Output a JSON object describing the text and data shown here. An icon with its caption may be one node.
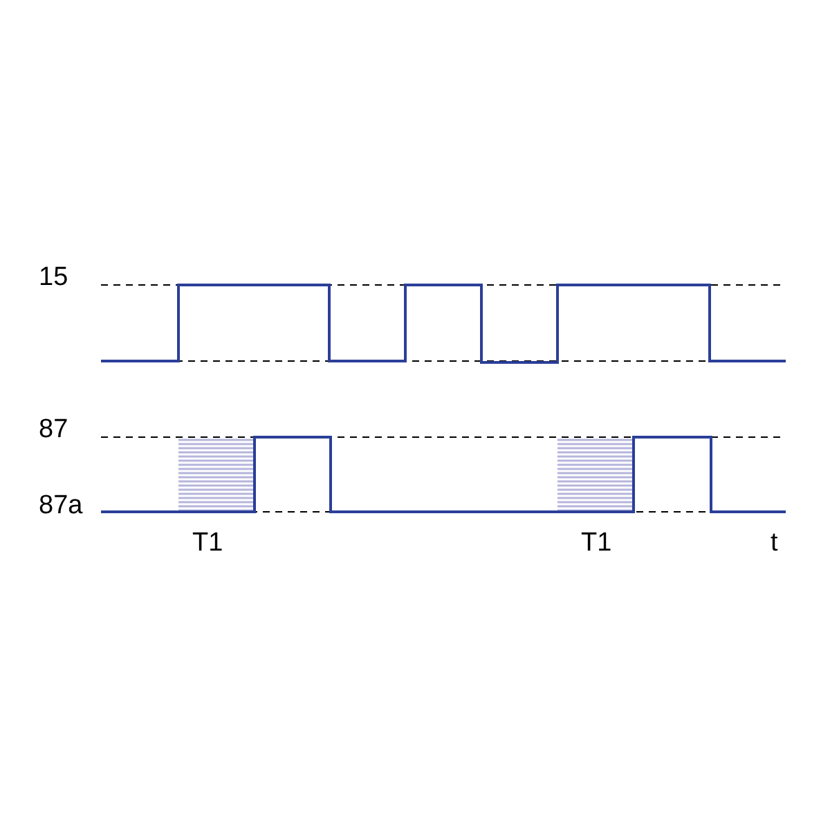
{
  "diagram": {
    "labels": [
      "15",
      "87",
      "87a",
      "T1",
      "T1",
      "t"
    ]
  }
}
